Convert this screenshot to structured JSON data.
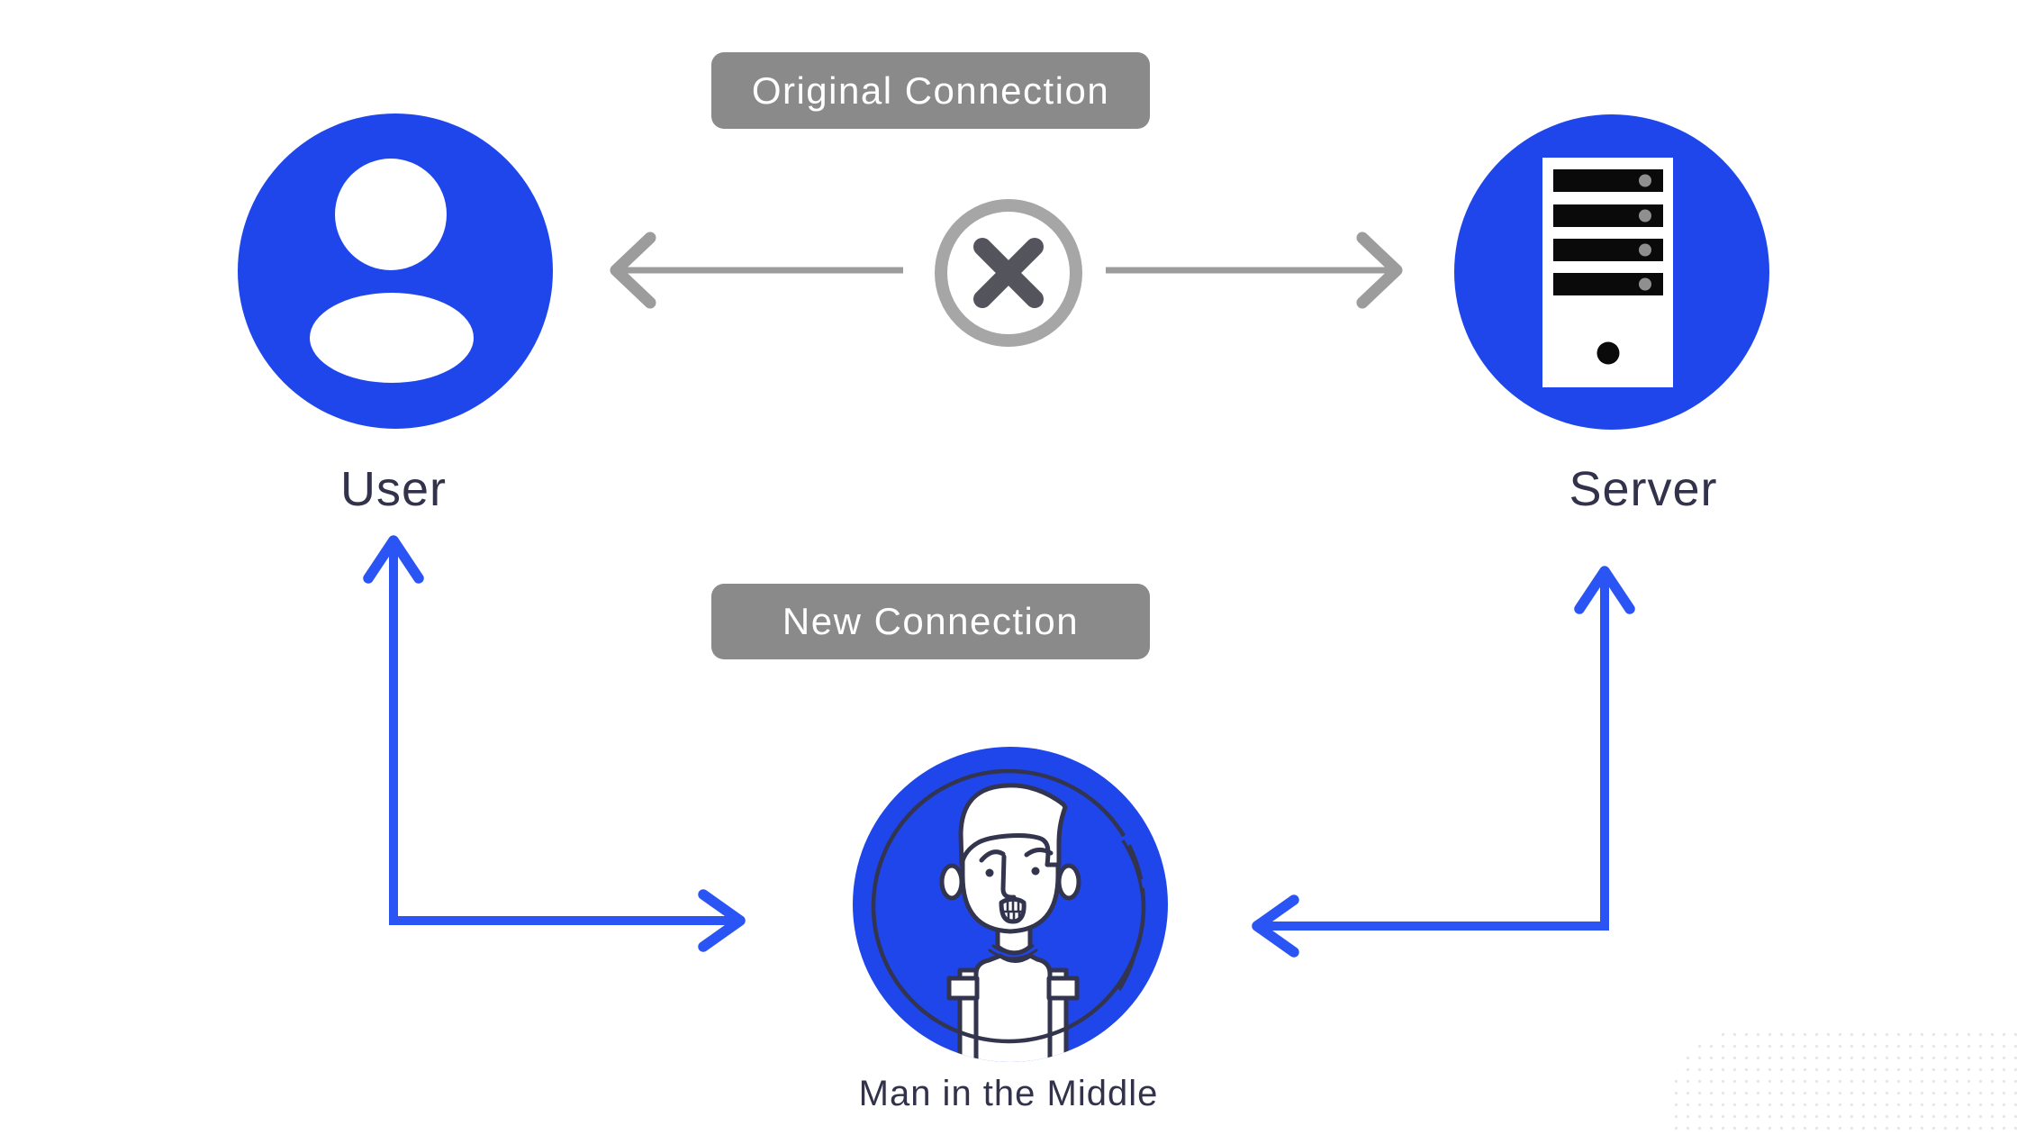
{
  "colors": {
    "background": "#ffffff",
    "node_blue": "#1e46eb",
    "arrow_blue": "#2a55f4",
    "badge_gray": "#8a8a8a",
    "connector_gray": "#9c9c9c",
    "x_ring_gray": "#a6a6a6",
    "x_icon_gray": "#54555c",
    "label_navy": "#32334b",
    "avatar_ink": "#33344e",
    "server_bar_black": "#0a0a0a",
    "server_dot_gray": "#8f8f8f"
  },
  "nodes": {
    "user": {
      "label": "User",
      "icon": "user-icon"
    },
    "server": {
      "label": "Server",
      "icon": "server-icon"
    },
    "mitm": {
      "label": "Man in the Middle",
      "icon": "man-avatar-icon"
    }
  },
  "connections": {
    "original": {
      "label": "Original Connection",
      "status_icon": "blocked-x-icon"
    },
    "new": {
      "label": "New Connection"
    }
  }
}
